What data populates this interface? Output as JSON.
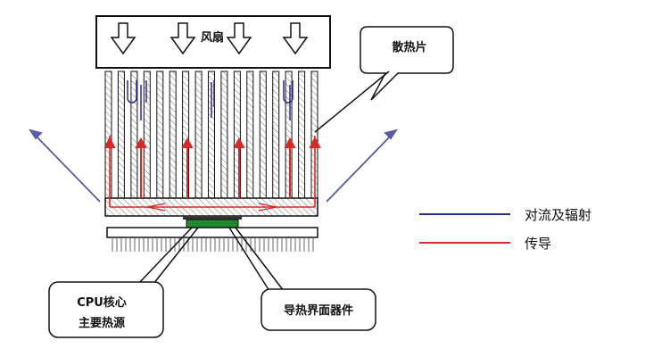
{
  "labels": {
    "fan": "风扇",
    "heatsink": "散热片",
    "cpu_line1": "CPU核心",
    "cpu_line2": "主要热源",
    "tim": "导热界面器件"
  },
  "legend": [
    {
      "text": "对流及辐射",
      "color": "#2b2b8f"
    },
    {
      "text": "传导",
      "color": "#d42a2a"
    }
  ],
  "colors": {
    "outline": "#222222",
    "chip": "#1f8a2c",
    "arrow_blue": "#5a5aa8",
    "arrow_red": "#d42a2a"
  }
}
